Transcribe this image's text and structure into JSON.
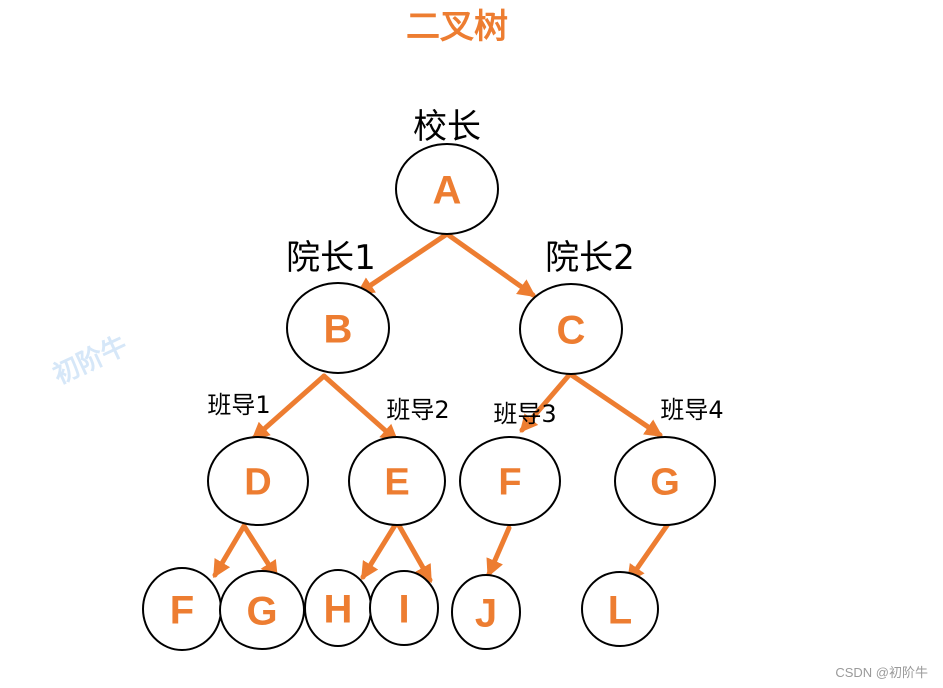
{
  "title": "二叉树",
  "watermark": "初阶牛",
  "credit": "CSDN @初阶牛",
  "colors": {
    "accent": "#ed7d31",
    "node_border": "#000000",
    "label": "#000000",
    "watermark": "#cfe3f7",
    "credit": "#9a9a9a"
  },
  "nodes": [
    {
      "id": "A",
      "letter": "A"
    },
    {
      "id": "B",
      "letter": "B"
    },
    {
      "id": "C",
      "letter": "C"
    },
    {
      "id": "D",
      "letter": "D"
    },
    {
      "id": "E",
      "letter": "E"
    },
    {
      "id": "F1",
      "letter": "F"
    },
    {
      "id": "G1",
      "letter": "G"
    },
    {
      "id": "F2",
      "letter": "F"
    },
    {
      "id": "G2",
      "letter": "G"
    },
    {
      "id": "H",
      "letter": "H"
    },
    {
      "id": "I",
      "letter": "I"
    },
    {
      "id": "J",
      "letter": "J"
    },
    {
      "id": "L",
      "letter": "L"
    }
  ],
  "role_labels": [
    {
      "node": "A",
      "text": "校长"
    },
    {
      "node": "B",
      "text": "院长1"
    },
    {
      "node": "C",
      "text": "院长2"
    },
    {
      "node": "D",
      "text": "班导1"
    },
    {
      "node": "E",
      "text": "班导2"
    },
    {
      "node": "F1",
      "text": "班导3"
    },
    {
      "node": "G1",
      "text": "班导4"
    }
  ],
  "edges": [
    {
      "from": "A",
      "to": "B"
    },
    {
      "from": "A",
      "to": "C"
    },
    {
      "from": "B",
      "to": "D"
    },
    {
      "from": "B",
      "to": "E"
    },
    {
      "from": "C",
      "to": "F1"
    },
    {
      "from": "C",
      "to": "G1"
    },
    {
      "from": "D",
      "to": "F2"
    },
    {
      "from": "D",
      "to": "G2"
    },
    {
      "from": "E",
      "to": "H"
    },
    {
      "from": "E",
      "to": "I"
    },
    {
      "from": "F1",
      "to": "J"
    },
    {
      "from": "G1",
      "to": "L"
    }
  ]
}
